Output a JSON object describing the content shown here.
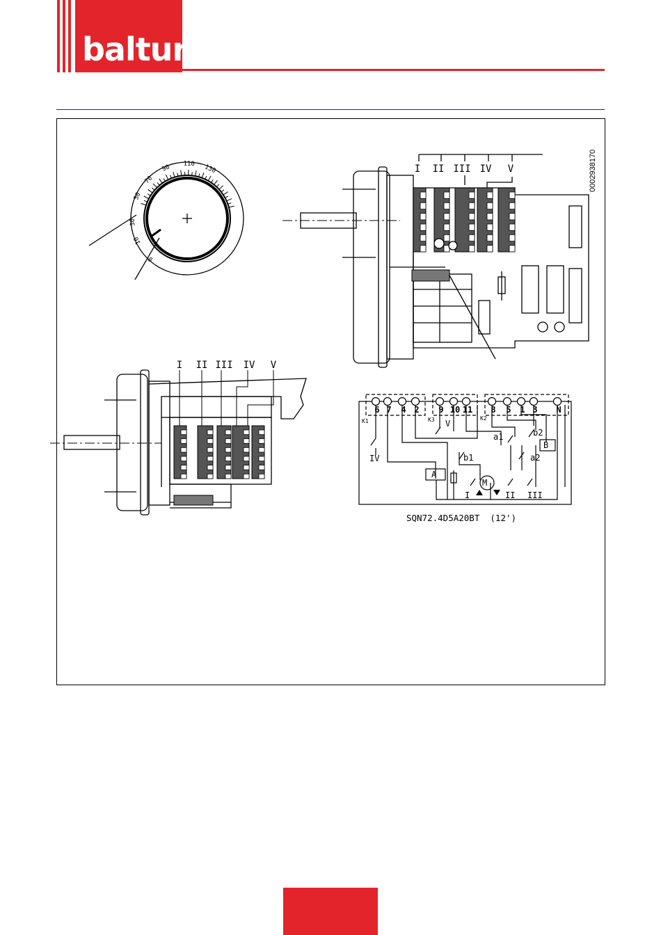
{
  "header": {
    "brand": "baltur",
    "brand_color": "#e3242b",
    "rule_color": "#1e1ea0"
  },
  "figure": {
    "document_code": "0002938170",
    "model_caption": "SQN72.4D5A20BT  (12')",
    "dial_scale": [
      "0",
      "10",
      "30",
      "50",
      "70",
      "90",
      "110",
      "130"
    ],
    "cams": [
      "I",
      "II",
      "III",
      "IV",
      "V"
    ],
    "terminal_groups": {
      "K1": [
        "6",
        "7",
        "4",
        "2"
      ],
      "K3": [
        "9",
        "10",
        "11"
      ],
      "K2": [
        "8",
        "5",
        "1",
        "3",
        "N"
      ]
    },
    "group_labels": [
      "K1",
      "K3",
      "K2"
    ],
    "switch_labels": [
      "IV",
      "V",
      "a1",
      "b2",
      "b1",
      "a2",
      "A",
      "B",
      "M",
      "I",
      "II",
      "III"
    ]
  }
}
